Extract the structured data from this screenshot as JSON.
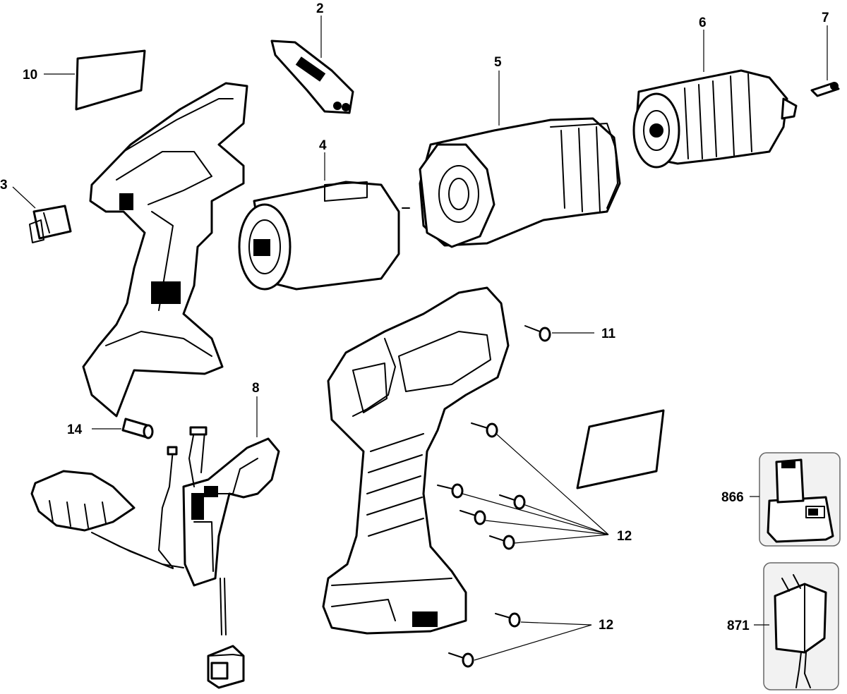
{
  "callouts": [
    {
      "id": "label-2",
      "text": "2"
    },
    {
      "id": "label-3",
      "text": "3"
    },
    {
      "id": "label-4",
      "text": "4"
    },
    {
      "id": "label-5",
      "text": "5"
    },
    {
      "id": "label-6",
      "text": "6"
    },
    {
      "id": "label-7",
      "text": "7"
    },
    {
      "id": "label-8",
      "text": "8"
    },
    {
      "id": "label-10",
      "text": "10"
    },
    {
      "id": "label-11",
      "text": "11"
    },
    {
      "id": "label-12-upper",
      "text": "12"
    },
    {
      "id": "label-12-lower",
      "text": "12"
    },
    {
      "id": "label-14",
      "text": "14"
    },
    {
      "id": "label-866",
      "text": "866"
    },
    {
      "id": "label-871",
      "text": "871"
    }
  ]
}
